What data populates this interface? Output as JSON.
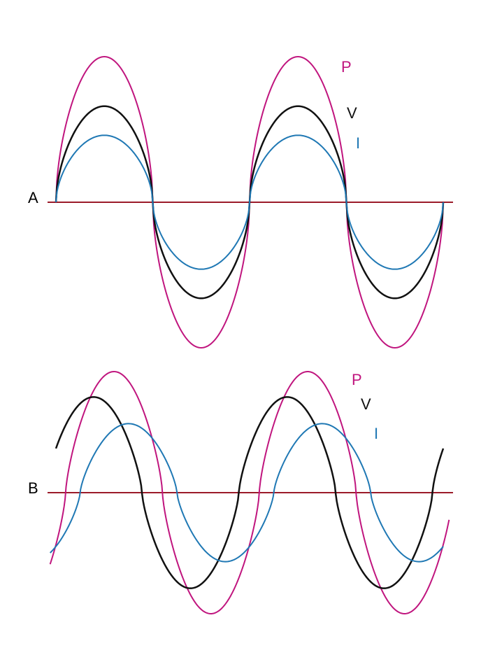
{
  "colors": {
    "axis": "#9b1b2a",
    "power": "#c0157e",
    "voltage": "#111111",
    "current": "#1f78b4",
    "background": "#ffffff"
  },
  "panels": [
    {
      "id": "a",
      "label": "A",
      "phase_offset_deg": 0,
      "curves": [
        {
          "key": "power",
          "label": "P",
          "amplitude": 1.0
        },
        {
          "key": "voltage",
          "label": "V",
          "amplitude": 0.66
        },
        {
          "key": "current",
          "label": "I",
          "amplitude": 0.46
        }
      ]
    },
    {
      "id": "b",
      "label": "B",
      "phase_offset_deg": 0,
      "curves": [
        {
          "key": "power",
          "label": "P",
          "amplitude": 1.0,
          "phase_deg": 0
        },
        {
          "key": "voltage",
          "label": "V",
          "amplitude": 0.79,
          "phase_deg": -28
        },
        {
          "key": "current",
          "label": "I",
          "amplitude": 0.57,
          "phase_deg": 28
        }
      ]
    }
  ]
}
